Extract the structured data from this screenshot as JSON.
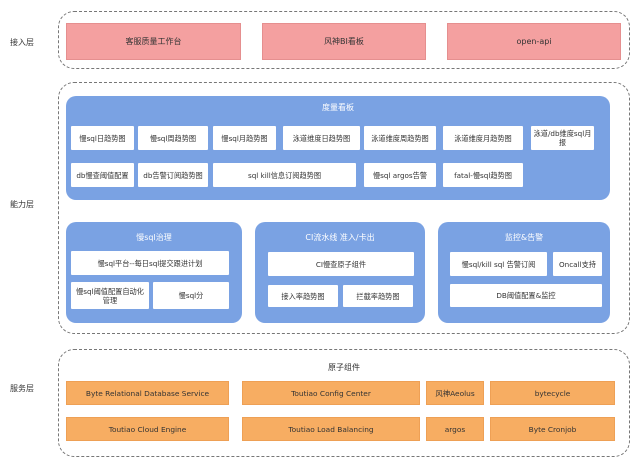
{
  "layers": {
    "access": "接入层",
    "capability": "能力层",
    "service": "服务层"
  },
  "access_items": [
    "客服质量工作台",
    "风神BI看板",
    "open-api"
  ],
  "dashboard": {
    "title": "度量看板",
    "row1": [
      "慢sql日趋势图",
      "慢sql周趋势图",
      "慢sql月趋势图",
      "泳道维度日趋势图",
      "泳道维度周趋势图",
      "泳道维度月趋势图",
      "泳道/db维度sql月报"
    ],
    "row2": [
      "db慢查阈值配置",
      "db告警订阅趋势图",
      "sql kill信息订阅趋势图",
      "慢sql argos告警",
      "fatal-慢sql趋势图"
    ]
  },
  "governance": {
    "title": "慢sql治理",
    "items": [
      "慢sql平台--每日sql提交跟进计划",
      "慢sql阈值配置自动化管理",
      "慢sql分"
    ]
  },
  "ci": {
    "title": "CI流水线 准入/卡出",
    "items": [
      "CI慢查原子组件",
      "接入率趋势图",
      "拦截率趋势图"
    ]
  },
  "monitor": {
    "title": "监控&告警",
    "items": [
      "慢sql/kill sql 告警订阅",
      "Oncall支持",
      "DB阈值配置&监控"
    ]
  },
  "atomic": {
    "title": "原子组件",
    "row1": [
      "Byte Relational Database Service",
      "Toutiao Config Center",
      "风神Aeolus",
      "bytecycle"
    ],
    "row2": [
      "Toutiao Cloud Engine",
      "Toutiao Load Balancing",
      "argos",
      "Byte  Cronjob"
    ]
  },
  "colors": {
    "pink": "#f4a0a0",
    "blue": "#7aa2e3",
    "orange": "#f7ad62"
  }
}
